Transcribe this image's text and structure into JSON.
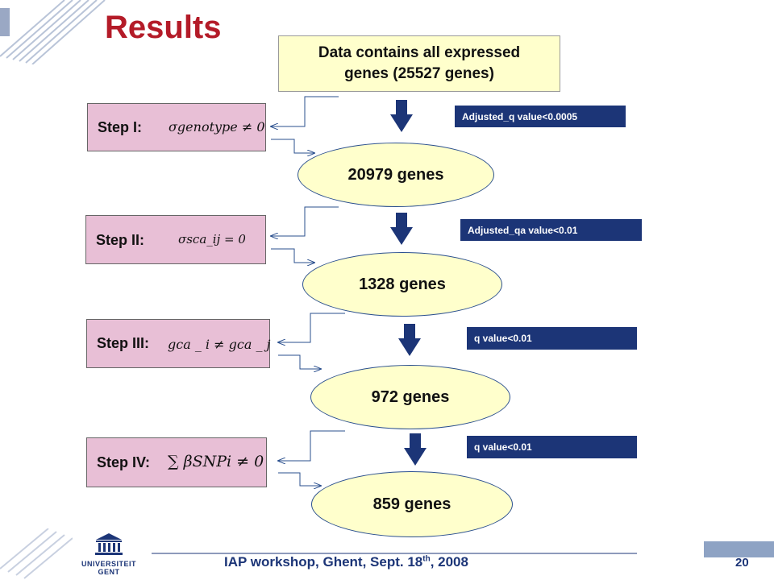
{
  "slide": {
    "title": "Results",
    "page_number": "20"
  },
  "top_box": {
    "text": "Data contains all expressed\ngenes (25527 genes)"
  },
  "steps": [
    {
      "label": "Step I:",
      "formula": "σgenotype ≠ 0"
    },
    {
      "label": "Step II:",
      "formula": "σsca_ij = 0"
    },
    {
      "label": "Step III:",
      "formula": "gca _ i ≠ gca _ j"
    },
    {
      "label": "Step IV:",
      "formula": "∑ βSNPi ≠ 0"
    }
  ],
  "results": [
    {
      "genes": "20979 genes"
    },
    {
      "genes": "1328 genes"
    },
    {
      "genes": "972 genes"
    },
    {
      "genes": "859 genes"
    }
  ],
  "thresholds": [
    "Adjusted_q value<0.0005",
    "Adjusted_qa value<0.01",
    "q value<0.01",
    "q value<0.01"
  ],
  "footer": {
    "text_before_sup": "IAP workshop, Ghent, Sept. 18",
    "sup": "th",
    "text_after_sup": ", 2008"
  },
  "logo": {
    "line1": "UNIVERSITEIT",
    "line2": "GENT"
  },
  "colors": {
    "title": "#b41b28",
    "badge": "#1c3577",
    "step_box": "#e8bfd6",
    "result_fill": "#ffffcc",
    "arrow": "#1c3577"
  }
}
